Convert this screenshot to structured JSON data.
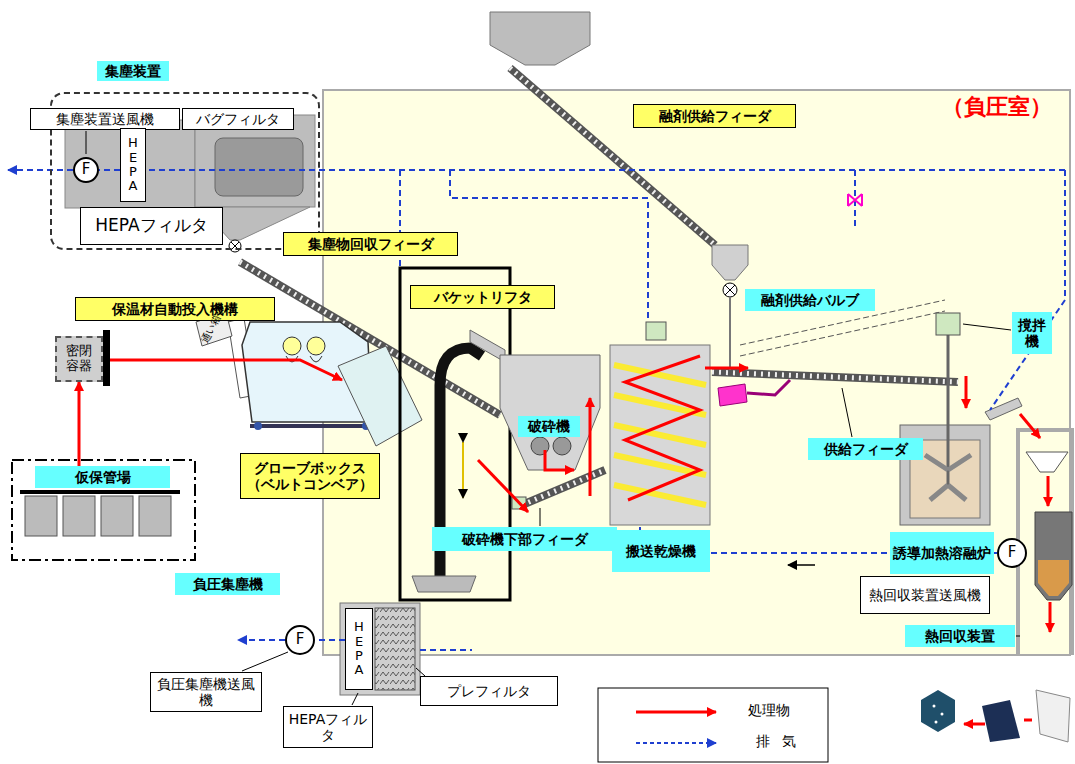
{
  "diagram": {
    "nodes": [
      {
        "text": [
          "集塵装置"
        ]
      },
      {
        "text": [
          "集塵装置送風機"
        ],
        "in": 0
      },
      {
        "text": [
          "バグフィルタ"
        ],
        "in": 0
      },
      {
        "text": [
          "F"
        ],
        "in": 0
      },
      {
        "text": [
          "HEPA"
        ],
        "in": 0
      },
      {
        "text": [
          "HEPAフィルタ"
        ],
        "in": 0
      },
      {
        "text": [
          "（負圧室）"
        ]
      },
      {
        "text": [
          "融剤供給フィーダ"
        ],
        "in": 6
      },
      {
        "text": [
          "集塵物回収フィーダ"
        ]
      },
      {
        "text": [
          "保温材自動投入機構"
        ]
      },
      {
        "text": [
          "密閉容器"
        ]
      },
      {
        "text": [
          "バケットリフタ"
        ],
        "in": 6
      },
      {
        "text": [
          "融剤供給バルブ"
        ],
        "in": 6
      },
      {
        "text": [
          "撹拌機"
        ],
        "in": 6
      },
      {
        "text": [
          "破砕機"
        ],
        "in": 6
      },
      {
        "text": [
          "供給フィーダ"
        ],
        "in": 6
      },
      {
        "text": [
          "グローブボックス （ベルトコンベア）"
        ]
      },
      {
        "text": [
          "仮保管場"
        ]
      },
      {
        "text": [
          "破砕機下部フィーダ"
        ],
        "in": 6
      },
      {
        "text": [
          "搬送乾燥機"
        ],
        "in": 6
      },
      {
        "text": [
          "誘導加熱溶融炉"
        ],
        "in": 6
      },
      {
        "text": [
          "F"
        ],
        "in": 6
      },
      {
        "text": [
          "熱回収装置送風機"
        ],
        "in": 6
      },
      {
        "text": [
          "負圧集塵機"
        ]
      },
      {
        "text": [
          "熱回収装置"
        ],
        "in": 6
      },
      {
        "text": [
          "F"
        ]
      },
      {
        "text": [
          "HEPA"
        ]
      },
      {
        "text": [
          "負圧集塵機送風機"
        ]
      },
      {
        "text": [
          "HEPAフィルタ"
        ]
      },
      {
        "text": [
          "プレフィルタ"
        ]
      }
    ],
    "edges": [
      {
        "from": 17,
        "to": 10,
        "arrow": "to"
      },
      {
        "from": 4,
        "to": 3,
        "arrow": "none"
      },
      {
        "from": 26,
        "to": 25,
        "arrow": "none"
      }
    ],
    "labels": [
      "通い箱"
    ],
    "legend": [
      {
        "text": "処理物"
      },
      {
        "text": "排気"
      }
    ]
  }
}
